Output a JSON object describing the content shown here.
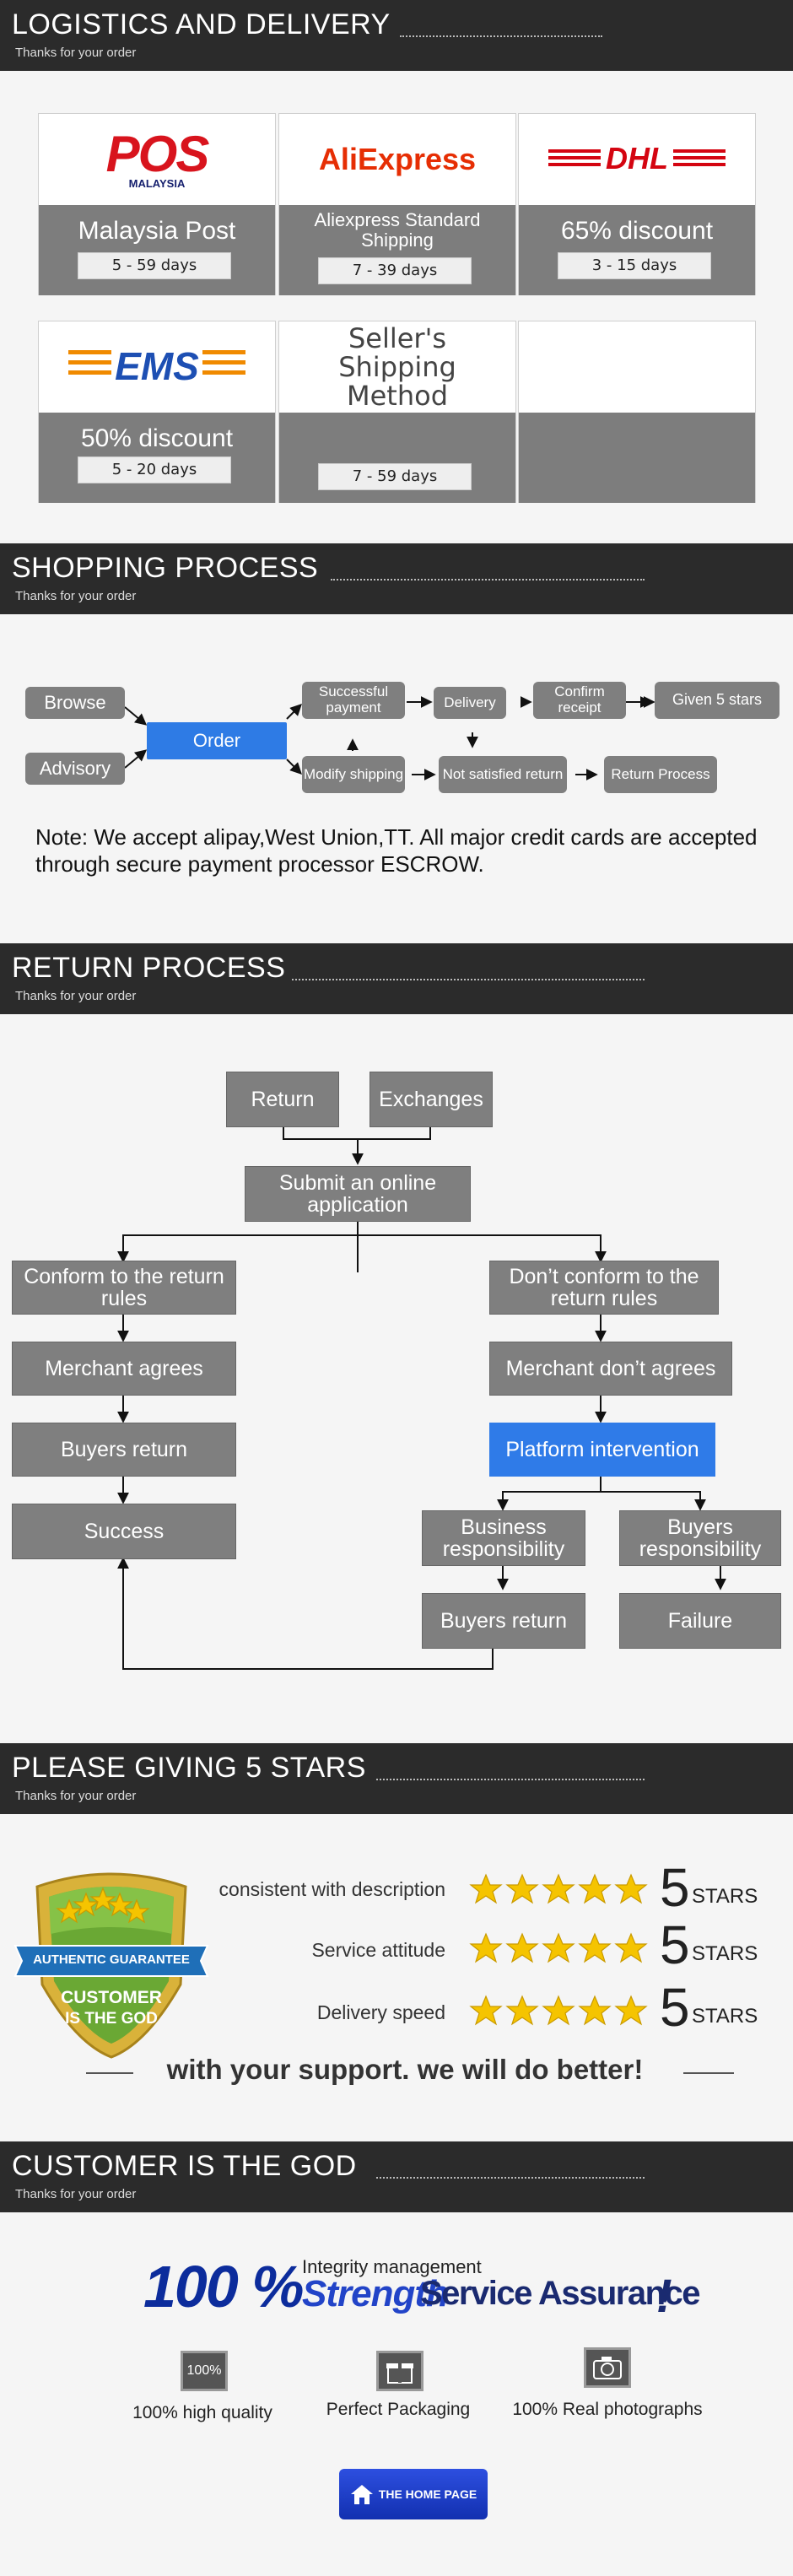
{
  "sections": {
    "logistics": {
      "title": "LOGISTICS AND DELIVERY",
      "subtitle": "Thanks for your order"
    },
    "shopping": {
      "title": "SHOPPING PROCESS",
      "subtitle": "Thanks for your order"
    },
    "return": {
      "title": "RETURN PROCESS",
      "subtitle": "Thanks for your order"
    },
    "stars": {
      "title": "PLEASE GIVING 5 STARS",
      "subtitle": "Thanks for your order"
    },
    "god": {
      "title": "CUSTOMER IS THE GOD",
      "subtitle": "Thanks for your order"
    }
  },
  "shipping": [
    {
      "logo": "POS",
      "logo_sub": "MALAYSIA",
      "name": "Malaysia Post",
      "days": "5 - 59  days"
    },
    {
      "logo": "AliExpress",
      "name": "Aliexpress Standard Shipping",
      "days": "7 - 39  days"
    },
    {
      "logo": "DHL",
      "name": "65% discount",
      "days": "3 - 15  days"
    },
    {
      "logo": "EMS",
      "name": "50% discount",
      "days": "5 - 20  days"
    },
    {
      "logo": "Seller's Shipping Method",
      "name": "",
      "days": "7 - 59  days"
    },
    {
      "logo": "",
      "name": "",
      "days": ""
    }
  ],
  "shopping_flow": {
    "browse": "Browse",
    "advisory": "Advisory",
    "order": "Order",
    "successful_payment": "Successful payment",
    "delivery": "Delivery",
    "confirm_receipt": "Confirm receipt",
    "given_5_stars": "Given 5 stars",
    "modify_shipping": "Modify shipping",
    "not_satisfied_return": "Not satisfied return",
    "return_process": "Return Process",
    "note": "Note: We accept alipay,West Union,TT. All major credit cards are accepted through secure payment processor ESCROW."
  },
  "return_flow": {
    "return": "Return",
    "exchanges": "Exchanges",
    "submit": "Submit an online application",
    "conform": "Conform to the return rules",
    "not_conform": "Don’t conform to the return rules",
    "merchant_agrees": "Merchant agrees",
    "merchant_dont": "Merchant don’t agrees",
    "buyers_return": "Buyers return",
    "platform": "Platform intervention",
    "success": "Success",
    "business_resp": "Business responsibility",
    "buyers_resp": "Buyers responsibility",
    "buyers_return2": "Buyers return",
    "failure": "Failure"
  },
  "ratings": {
    "badge_banner": "AUTHENTIC GUARANTEE",
    "badge_line1": "CUSTOMER",
    "badge_line2": "IS THE GOD",
    "items": [
      {
        "label": "consistent with description",
        "value": 5,
        "unit": "STARS"
      },
      {
        "label": "Service attitude",
        "value": 5,
        "unit": "STARS"
      },
      {
        "label": "Delivery speed",
        "value": 5,
        "unit": "STARS"
      }
    ],
    "slogan": "with your support. we will do better!"
  },
  "assurance": {
    "percent": "100 %",
    "integrity": "Integrity management",
    "strength": "Strength",
    "service": "Service Assurance",
    "exclaim": "!",
    "features": [
      {
        "icon": "100%",
        "label": "100% high quality"
      },
      {
        "icon": "gift-icon",
        "label": "Perfect Packaging"
      },
      {
        "icon": "camera-icon",
        "label": "100% Real photographs"
      }
    ],
    "home_button": "THE HOME PAGE"
  }
}
